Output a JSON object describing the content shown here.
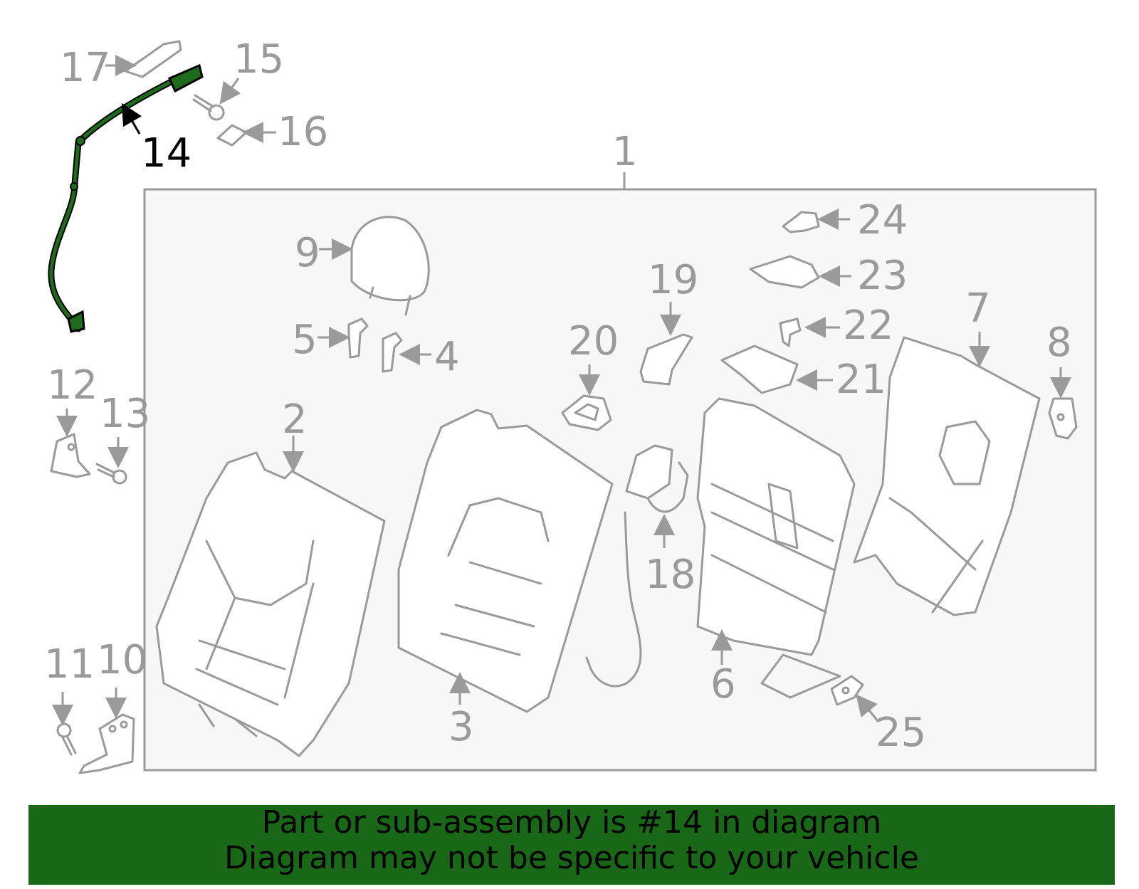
{
  "diagram": {
    "highlight_color": "#1e6b1e",
    "callouts": [
      "1",
      "2",
      "3",
      "4",
      "5",
      "6",
      "7",
      "8",
      "9",
      "10",
      "11",
      "12",
      "13",
      "14",
      "15",
      "16",
      "17",
      "18",
      "19",
      "20",
      "21",
      "22",
      "23",
      "24",
      "25"
    ],
    "highlighted_callout": "14"
  },
  "banner": {
    "line1": "Part or sub-assembly is #14 in diagram",
    "line2": "Diagram may not be specific to your vehicle",
    "background": "#186818"
  }
}
